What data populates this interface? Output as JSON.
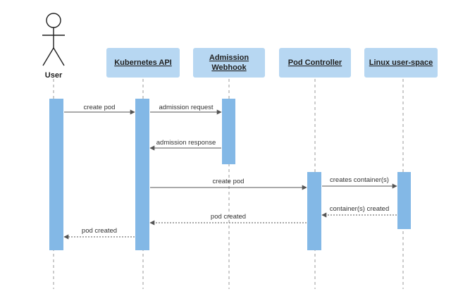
{
  "diagram": {
    "actor": {
      "label": "User"
    },
    "participants": [
      {
        "label_lines": [
          "Kubernetes API"
        ]
      },
      {
        "label_lines": [
          "Admission",
          "Webhook"
        ]
      },
      {
        "label_lines": [
          "Pod Controller"
        ]
      },
      {
        "label_lines": [
          "Linux user-space"
        ]
      }
    ],
    "messages": [
      {
        "label": "create pod",
        "style": "solid"
      },
      {
        "label": "admission request",
        "style": "solid"
      },
      {
        "label": "admission response",
        "style": "solid"
      },
      {
        "label": "create pod",
        "style": "solid"
      },
      {
        "label": "creates container(s)",
        "style": "solid"
      },
      {
        "label": "container(s) created",
        "style": "dotted"
      },
      {
        "label": "pod created",
        "style": "dotted"
      },
      {
        "label": "pod created",
        "style": "dotted"
      }
    ],
    "colors": {
      "participant_fill": "#b7d7f2",
      "activation_fill": "#83b8e6",
      "lifeline": "#9a9a9a",
      "arrow": "#555555",
      "text": "#1f1f1f"
    }
  }
}
